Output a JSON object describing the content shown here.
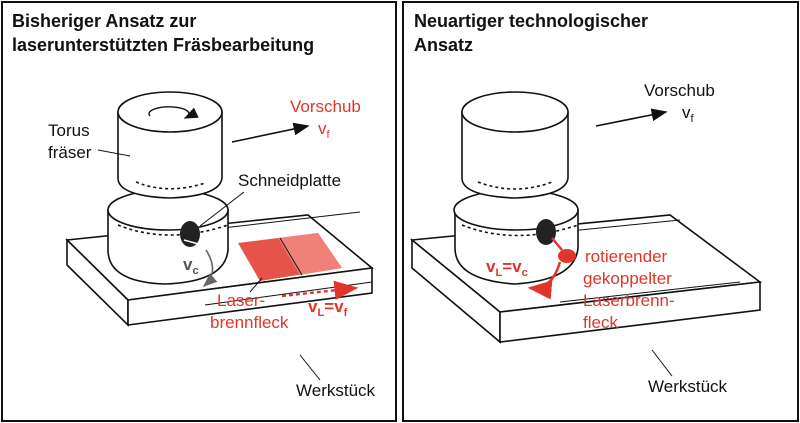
{
  "colors": {
    "accent_red": "#e2352a",
    "line": "#111111"
  },
  "left_panel": {
    "title_line1": "Bisheriger Ansatz zur",
    "title_line2": "laserunterstützten Fräsbearbeitung",
    "feed_label": "Vorschub",
    "feed_symbol": "v",
    "feed_sub": "f",
    "tool_label_line1": "Torus",
    "tool_label_line2": "fräser",
    "insert_label": "Schneidplatte",
    "cut_speed_symbol": "v",
    "cut_speed_sub": "c",
    "laser_label_line1": "Laser-",
    "laser_label_line2": "brennfleck",
    "equation_vL": "v",
    "equation_vL_sub": "L",
    "equation_eq": "=",
    "equation_rhs": "v",
    "equation_rhs_sub": "f",
    "workpiece_label": "Werkstück"
  },
  "right_panel": {
    "title_line1": "Neuartiger technologischer",
    "title_line2": "Ansatz",
    "feed_label": "Vorschub",
    "feed_symbol": "v",
    "feed_sub": "f",
    "equation_vL": "v",
    "equation_vL_sub": "L",
    "equation_eq": "=",
    "equation_rhs": "v",
    "equation_rhs_sub": "c",
    "laser_label_line1": "rotierender",
    "laser_label_line2": "gekoppelter",
    "laser_label_line3": "Laserbrenn-",
    "laser_label_line4": "fleck",
    "workpiece_label": "Werkstück"
  }
}
